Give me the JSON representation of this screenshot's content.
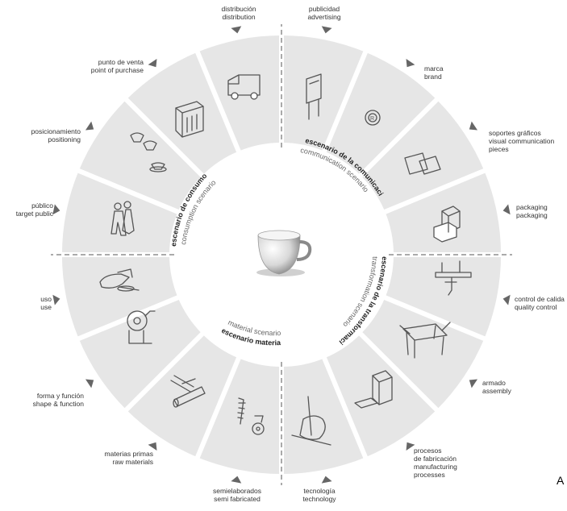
{
  "labels": [
    {
      "es": "distribución",
      "en": "distribution"
    },
    {
      "es": "publicidad",
      "en": "advertising"
    },
    {
      "es": "marca",
      "en": "brand"
    },
    {
      "es": "soportes gráficos",
      "en": "visual communication",
      "en2": "pieces"
    },
    {
      "es": "packaging",
      "en": "packaging"
    },
    {
      "es": "control de calida",
      "en": "quality control"
    },
    {
      "es": "armado",
      "en": "assembly"
    },
    {
      "es": "procesos",
      "es2": "de fabricación",
      "en": "manufacturing",
      "en2": "processes"
    },
    {
      "es": "tecnología",
      "en": "technology"
    },
    {
      "es": "semielaborados",
      "en": "semi fabricated"
    },
    {
      "es": "materias primas",
      "en": "raw materials"
    },
    {
      "es": "forma y función",
      "en": "shape & function"
    },
    {
      "es": "uso",
      "en": "use"
    },
    {
      "es": "público",
      "en": "target public"
    },
    {
      "es": "posicionamiento",
      "en": "positioning"
    },
    {
      "es": "punto de venta",
      "en": "point of purchase"
    }
  ],
  "scenarios": {
    "communication": {
      "es": "escenario de la comunicación",
      "en": "communication scenario"
    },
    "transformation": {
      "es": "escenario de la transformación",
      "en": "transformation scenario"
    },
    "material": {
      "es": "escenario material",
      "en": "material scenario"
    },
    "consumption": {
      "es": "escenario de consumo",
      "en": "consumption scenario"
    }
  },
  "icons": [
    "van-icon",
    "billboard-icon",
    "registered-mark-icon",
    "printed-pieces-icon",
    "packaging-boxes-icon",
    "caliper-icon",
    "assembly-jig-icon",
    "machine-icon",
    "sewing-hand-icon",
    "screw-caster-icon",
    "raw-material-icon",
    "technical-drawing-icon",
    "hand-cup-icon",
    "people-icon",
    "cups-icon",
    "kiosk-icon"
  ],
  "colors": {
    "segment": "#e6e6e6",
    "gap": "#ffffff",
    "dash": "#555555",
    "text": "#333333",
    "arrow": "#666666"
  },
  "corner_text": "A"
}
